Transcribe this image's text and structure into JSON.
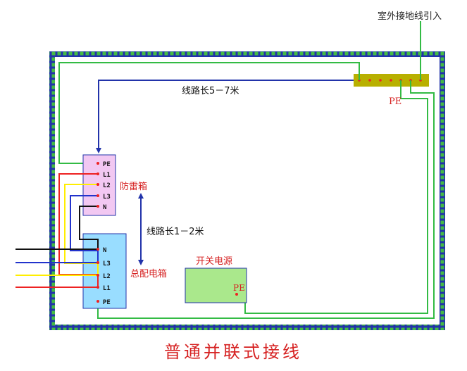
{
  "colors": {
    "wall_blue": "#2233aa",
    "wall_green": "#33aa33",
    "ground_green": "#33bb44",
    "arrow_blue": "#2233aa",
    "wire_red": "#ee2222",
    "wire_yellow": "#ffee00",
    "wire_blue": "#2233cc",
    "wire_black": "#111111",
    "lightning_box": "#f2c8f2",
    "distribution_box": "#99ddff",
    "power_supply": "#aae88c",
    "bus_bar": "#b8b000",
    "label_red": "#d62222",
    "title_red": "#d62222"
  },
  "labels": {
    "outdoor_ground": "室外接地线引入",
    "bus_pe": "PE",
    "wire_length_long": "线路长5－7米",
    "wire_length_short": "线路长1－2米",
    "lightning_box": "防雷箱",
    "distribution_box": "总配电箱",
    "power_supply": "开关电源",
    "power_supply_pe": "PE",
    "title": "普通并联式接线"
  },
  "lightning_terminals": [
    "PE",
    "L1",
    "L2",
    "L3",
    "N"
  ],
  "distribution_terminals": [
    "N",
    "L3",
    "L2",
    "L1",
    "PE"
  ]
}
